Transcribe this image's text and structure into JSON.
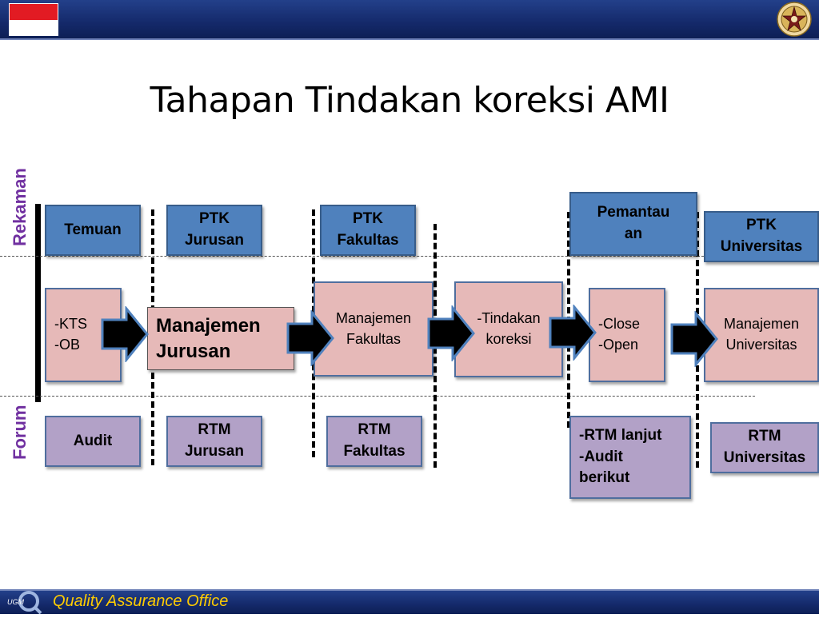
{
  "title": "Tahapan  Tindakan koreksi AMI",
  "labels": {
    "rekaman": "Rekaman",
    "forum": "Forum"
  },
  "top_row": {
    "temuan": "Temuan",
    "ptk_jurusan": [
      "PTK",
      "Jurusan"
    ],
    "ptk_fakultas": [
      "PTK",
      "Fakultas"
    ],
    "pemantauan": [
      "Pemantau",
      "an"
    ],
    "ptk_universitas": [
      "PTK",
      "Universitas"
    ]
  },
  "middle_row": {
    "kts_ob": [
      "-KTS",
      "-OB"
    ],
    "manajemen_jurusan": [
      "Manajemen",
      "Jurusan"
    ],
    "manajemen_fakultas": [
      "Manajemen",
      "Fakultas"
    ],
    "tindakan_koreksi": [
      "-Tindakan",
      "koreksi"
    ],
    "close_open": [
      "-Close",
      "-Open"
    ],
    "manajemen_universitas": [
      "Manajemen",
      "Universitas"
    ]
  },
  "bottom_row": {
    "audit": "Audit",
    "rtm_jurusan": [
      "RTM",
      "Jurusan"
    ],
    "rtm_fakultas": [
      "RTM",
      "Fakultas"
    ],
    "rtm_lanjut": [
      "-RTM lanjut",
      "-Audit",
      "berikut"
    ],
    "rtm_universitas": [
      "RTM",
      "Universitas"
    ]
  },
  "footer": {
    "text": "Quality Assurance Office",
    "logo_text": "UGM"
  },
  "icons": {
    "emblem": "ugm-emblem-icon",
    "flag": "indonesia-flag-icon",
    "arrow": "arrow-right-icon"
  },
  "colors": {
    "header": "#14296a",
    "blue_box": "#4f81bd",
    "pink_box": "#e6b9b8",
    "purple_box": "#b2a1c7",
    "label": "#7030a0",
    "footer_text": "#ffcc00"
  }
}
